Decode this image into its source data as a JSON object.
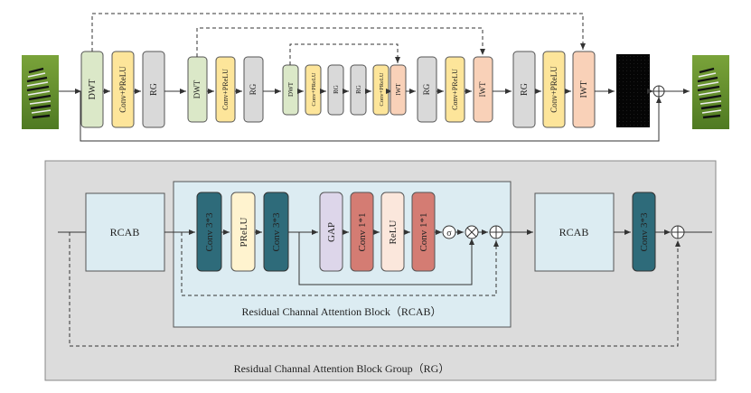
{
  "top": {
    "blocks": {
      "dwt": "DWT",
      "conv_prelu": "Conv+PReLU",
      "rg": "RG",
      "iwt": "IWT"
    }
  },
  "rg_group": {
    "caption": "Residual Channal Attention Block Group（RG）",
    "rcab_left": "RCAB",
    "rcab_right": "RCAB",
    "conv33_out": "Conv 3*3"
  },
  "rcab_block": {
    "caption": "Residual Channal Attention Block（RCAB）",
    "conv33_a": "Conv 3*3",
    "prelu": "PReLU",
    "conv33_b": "Conv 3*3",
    "gap": "GAP",
    "conv11_a": "Conv 1*1",
    "relu": "ReLU",
    "conv11_b": "Conv 1*1",
    "sigma": "σ"
  },
  "colors": {
    "dwt": "#dbe8c8",
    "conv_prelu": "#fde59a",
    "rg": "#d9d9d9",
    "iwt": "#f9d1b8",
    "teal": "#2e6b7a",
    "prelu": "#fff3cf",
    "gap": "#ddd6ea",
    "conv11": "#d47c73",
    "relu": "#fbe7dc",
    "rcab": "#dcecf2",
    "panel": "#dcdcdc"
  }
}
